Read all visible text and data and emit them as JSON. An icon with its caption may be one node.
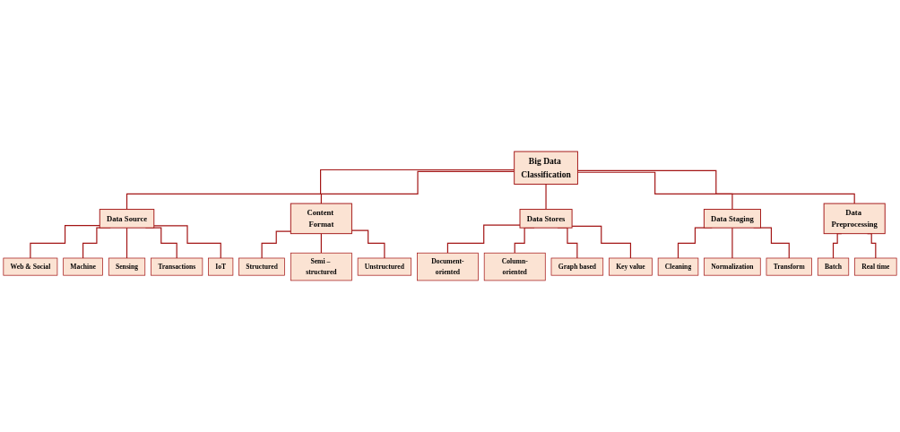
{
  "diagram": {
    "nodes": [
      {
        "text": [
          "Big Data Classification"
        ]
      },
      {
        "text": [
          "Data Source"
        ]
      },
      {
        "text": [
          "Content Format"
        ]
      },
      {
        "text": [
          "Data Stores"
        ]
      },
      {
        "text": [
          "Data Staging"
        ]
      },
      {
        "text": [
          "Data Preprocessing"
        ]
      },
      {
        "text": [
          "Web & Social"
        ]
      },
      {
        "text": [
          "Machine"
        ]
      },
      {
        "text": [
          "Sensing"
        ]
      },
      {
        "text": [
          "Transactions"
        ]
      },
      {
        "text": [
          "IoT"
        ]
      },
      {
        "text": [
          "Structured"
        ]
      },
      {
        "text": [
          "Semi – structured"
        ]
      },
      {
        "text": [
          "Unstructured"
        ]
      },
      {
        "text": [
          "Document-oriented"
        ]
      },
      {
        "text": [
          "Column-oriented"
        ]
      },
      {
        "text": [
          "Graph based"
        ]
      },
      {
        "text": [
          "Key value"
        ]
      },
      {
        "text": [
          "Cleaning"
        ]
      },
      {
        "text": [
          "Normalization"
        ]
      },
      {
        "text": [
          "Transform"
        ]
      },
      {
        "text": [
          "Batch"
        ]
      },
      {
        "text": [
          "Real time"
        ]
      }
    ],
    "edges": [
      {
        "from": 0,
        "to": 1,
        "arrow": "none"
      },
      {
        "from": 0,
        "to": 2,
        "arrow": "none"
      },
      {
        "from": 0,
        "to": 3,
        "arrow": "none"
      },
      {
        "from": 0,
        "to": 4,
        "arrow": "none"
      },
      {
        "from": 0,
        "to": 5,
        "arrow": "none"
      },
      {
        "from": 1,
        "to": 6,
        "arrow": "none"
      },
      {
        "from": 1,
        "to": 7,
        "arrow": "none"
      },
      {
        "from": 1,
        "to": 8,
        "arrow": "none"
      },
      {
        "from": 1,
        "to": 9,
        "arrow": "none"
      },
      {
        "from": 1,
        "to": 10,
        "arrow": "none"
      },
      {
        "from": 2,
        "to": 11,
        "arrow": "none"
      },
      {
        "from": 2,
        "to": 12,
        "arrow": "none"
      },
      {
        "from": 2,
        "to": 13,
        "arrow": "none"
      },
      {
        "from": 3,
        "to": 14,
        "arrow": "none"
      },
      {
        "from": 3,
        "to": 15,
        "arrow": "none"
      },
      {
        "from": 3,
        "to": 16,
        "arrow": "none"
      },
      {
        "from": 3,
        "to": 17,
        "arrow": "none"
      },
      {
        "from": 4,
        "to": 18,
        "arrow": "none"
      },
      {
        "from": 4,
        "to": 19,
        "arrow": "none"
      },
      {
        "from": 4,
        "to": 20,
        "arrow": "none"
      },
      {
        "from": 5,
        "to": 21,
        "arrow": "none"
      },
      {
        "from": 5,
        "to": 22,
        "arrow": "none"
      }
    ]
  }
}
